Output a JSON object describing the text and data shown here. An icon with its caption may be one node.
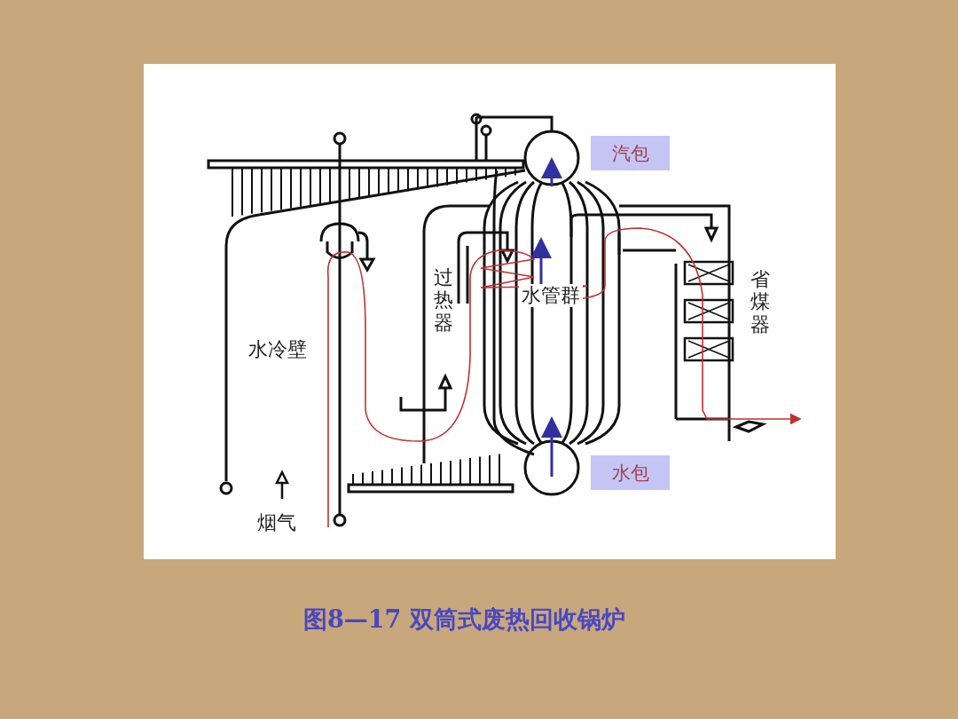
{
  "diagram": {
    "caption": "图8—17 双筒式废热回收锅炉",
    "nodes": [
      {
        "text": [
          "汽包"
        ]
      },
      {
        "text": [
          "水包"
        ]
      }
    ],
    "labels": [
      "过热器",
      "水管群",
      "省煤器",
      "水冷壁",
      "烟气"
    ]
  }
}
